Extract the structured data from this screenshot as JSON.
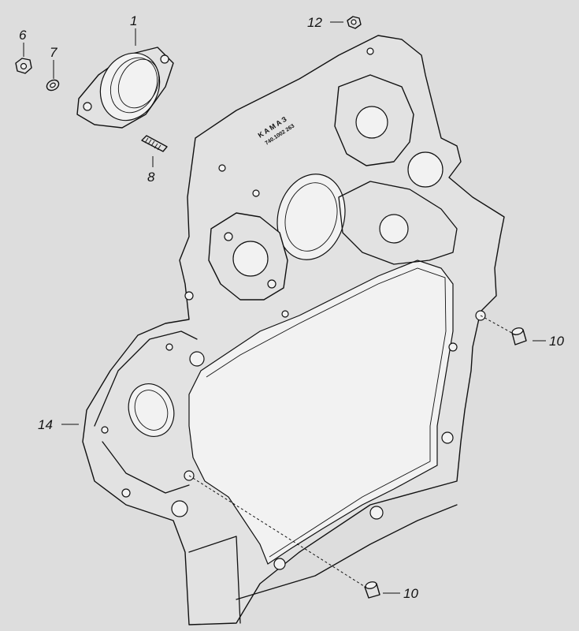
{
  "callouts": [
    {
      "id": "1",
      "label": "1"
    },
    {
      "id": "6",
      "label": "6"
    },
    {
      "id": "7",
      "label": "7"
    },
    {
      "id": "8",
      "label": "8"
    },
    {
      "id": "12",
      "label": "12"
    },
    {
      "id": "10a",
      "label": "10"
    },
    {
      "id": "10b",
      "label": "10"
    },
    {
      "id": "14",
      "label": "14"
    }
  ],
  "embossing": {
    "brand": "K A M A З",
    "part_number": "740.1002 263"
  }
}
